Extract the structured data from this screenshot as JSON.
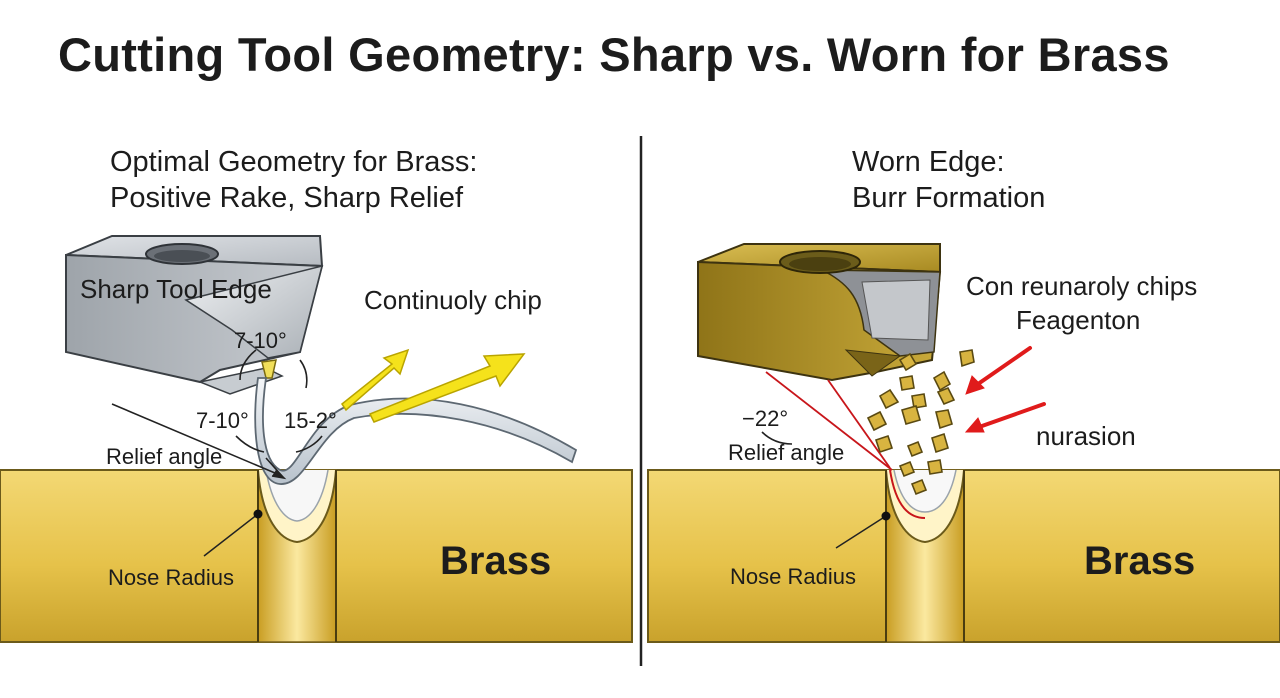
{
  "title": "Cutting Tool Geometry: Sharp vs. Worn for Brass",
  "left_panel": {
    "heading_line1": "Optimal Geometry for Brass:",
    "heading_line2": "Positive Rake, Sharp Relief",
    "tool_label": "Sharp Tool Edge",
    "chip_label": "Continuoly chip",
    "angle_top": "7-10°",
    "angle_left": "7-10°",
    "angle_right": "15-2°",
    "relief_label": "Relief angle",
    "nose_label": "Nose Radius",
    "material_label": "Brass"
  },
  "right_panel": {
    "heading_line1": "Worn Edge:",
    "heading_line2": "Burr Formation",
    "chips_label_line1": "Con reunaroly chips",
    "chips_label_line2": "Feagenton",
    "angle_label": "−22°",
    "relief_label": "Relief angle",
    "abrasion_label": "nurasion",
    "nose_label": "Nose Radius",
    "material_label": "Brass"
  },
  "colors": {
    "brass": "#e6c24a",
    "steel": "#a9aeb4",
    "worn_tool": "#b89a2a",
    "arrow_yellow": "#f5e21b",
    "arrow_red": "#e01b1b"
  }
}
